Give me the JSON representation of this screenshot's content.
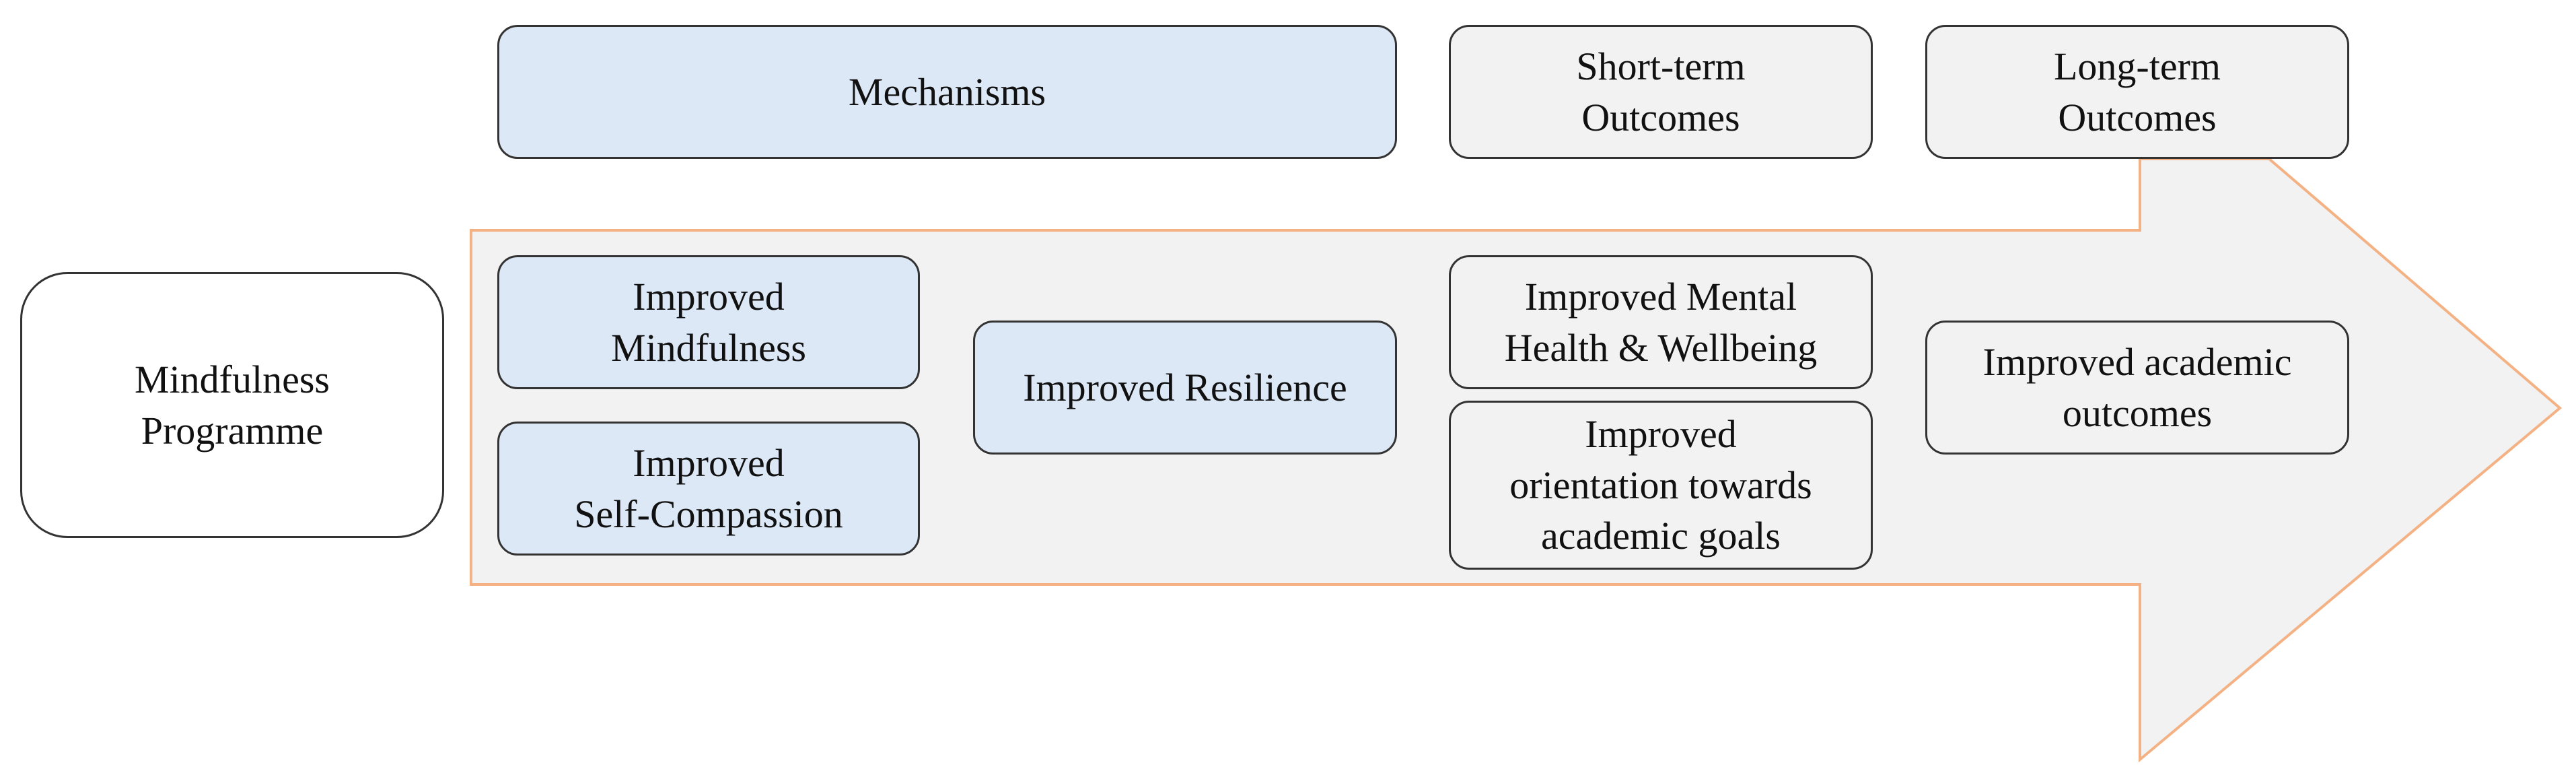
{
  "headers": {
    "mechanisms": "Mechanisms",
    "short_term": [
      "Short-term",
      "Outcomes"
    ],
    "long_term": [
      "Long-term",
      "Outcomes"
    ]
  },
  "programme": [
    "Mindfulness",
    "Programme"
  ],
  "mechanisms": {
    "mindfulness": [
      "Improved",
      "Mindfulness"
    ],
    "self_compassion": [
      "Improved",
      "Self-Compassion"
    ],
    "resilience": "Improved Resilience"
  },
  "short_term_outcomes": {
    "mental_health": [
      "Improved Mental",
      "Health & Wellbeing"
    ],
    "orientation": [
      "Improved",
      "orientation towards",
      "academic goals"
    ]
  },
  "long_term_outcomes": {
    "academic": [
      "Improved academic",
      "outcomes"
    ]
  },
  "colors": {
    "mechanism_fill": "#dce8f5",
    "outcome_fill": "#f2f2f2",
    "arrow_fill": "#f2f2f2",
    "arrow_outline": "#f4b183",
    "box_border": "#333333"
  }
}
